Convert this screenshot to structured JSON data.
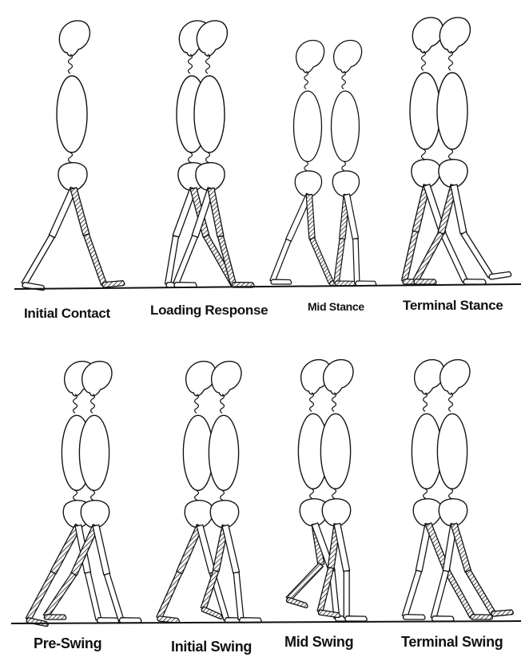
{
  "phases": [
    {
      "label": "Initial Contact"
    },
    {
      "label": "Loading Response"
    },
    {
      "label": "Mid  Stance"
    },
    {
      "label": "Terminal Stance"
    },
    {
      "label": "Pre-Swing"
    },
    {
      "label": "Initial Swing"
    },
    {
      "label": "Mid  Swing"
    },
    {
      "label": "Terminal Swing"
    }
  ]
}
